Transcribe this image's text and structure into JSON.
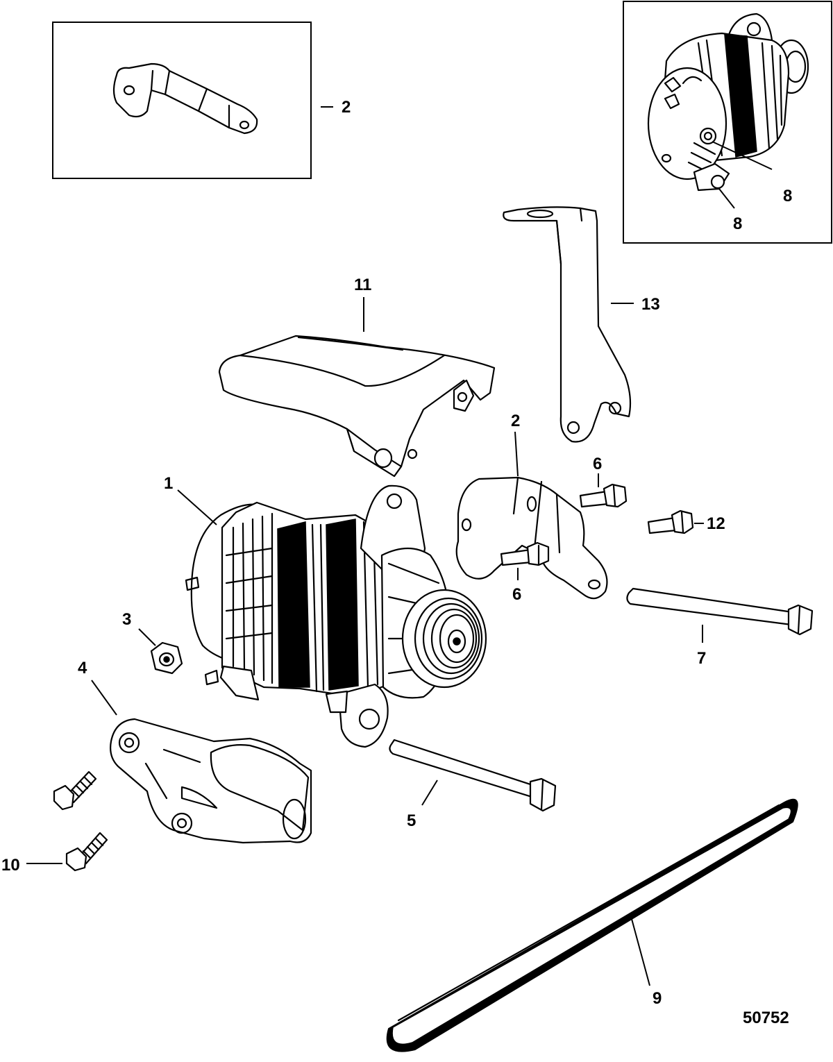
{
  "figure_number": "50752",
  "callouts": [
    {
      "id": "c2-inset",
      "text": "2"
    },
    {
      "id": "c8-a",
      "text": "8"
    },
    {
      "id": "c8-b",
      "text": "8"
    },
    {
      "id": "c11",
      "text": "11"
    },
    {
      "id": "c13",
      "text": "13"
    },
    {
      "id": "c2",
      "text": "2"
    },
    {
      "id": "c1",
      "text": "1"
    },
    {
      "id": "c6-a",
      "text": "6"
    },
    {
      "id": "c12",
      "text": "12"
    },
    {
      "id": "c6-b",
      "text": "6"
    },
    {
      "id": "c3",
      "text": "3"
    },
    {
      "id": "c7",
      "text": "7"
    },
    {
      "id": "c4",
      "text": "4"
    },
    {
      "id": "c5",
      "text": "5"
    },
    {
      "id": "c10",
      "text": "10"
    },
    {
      "id": "c9",
      "text": "9"
    }
  ]
}
